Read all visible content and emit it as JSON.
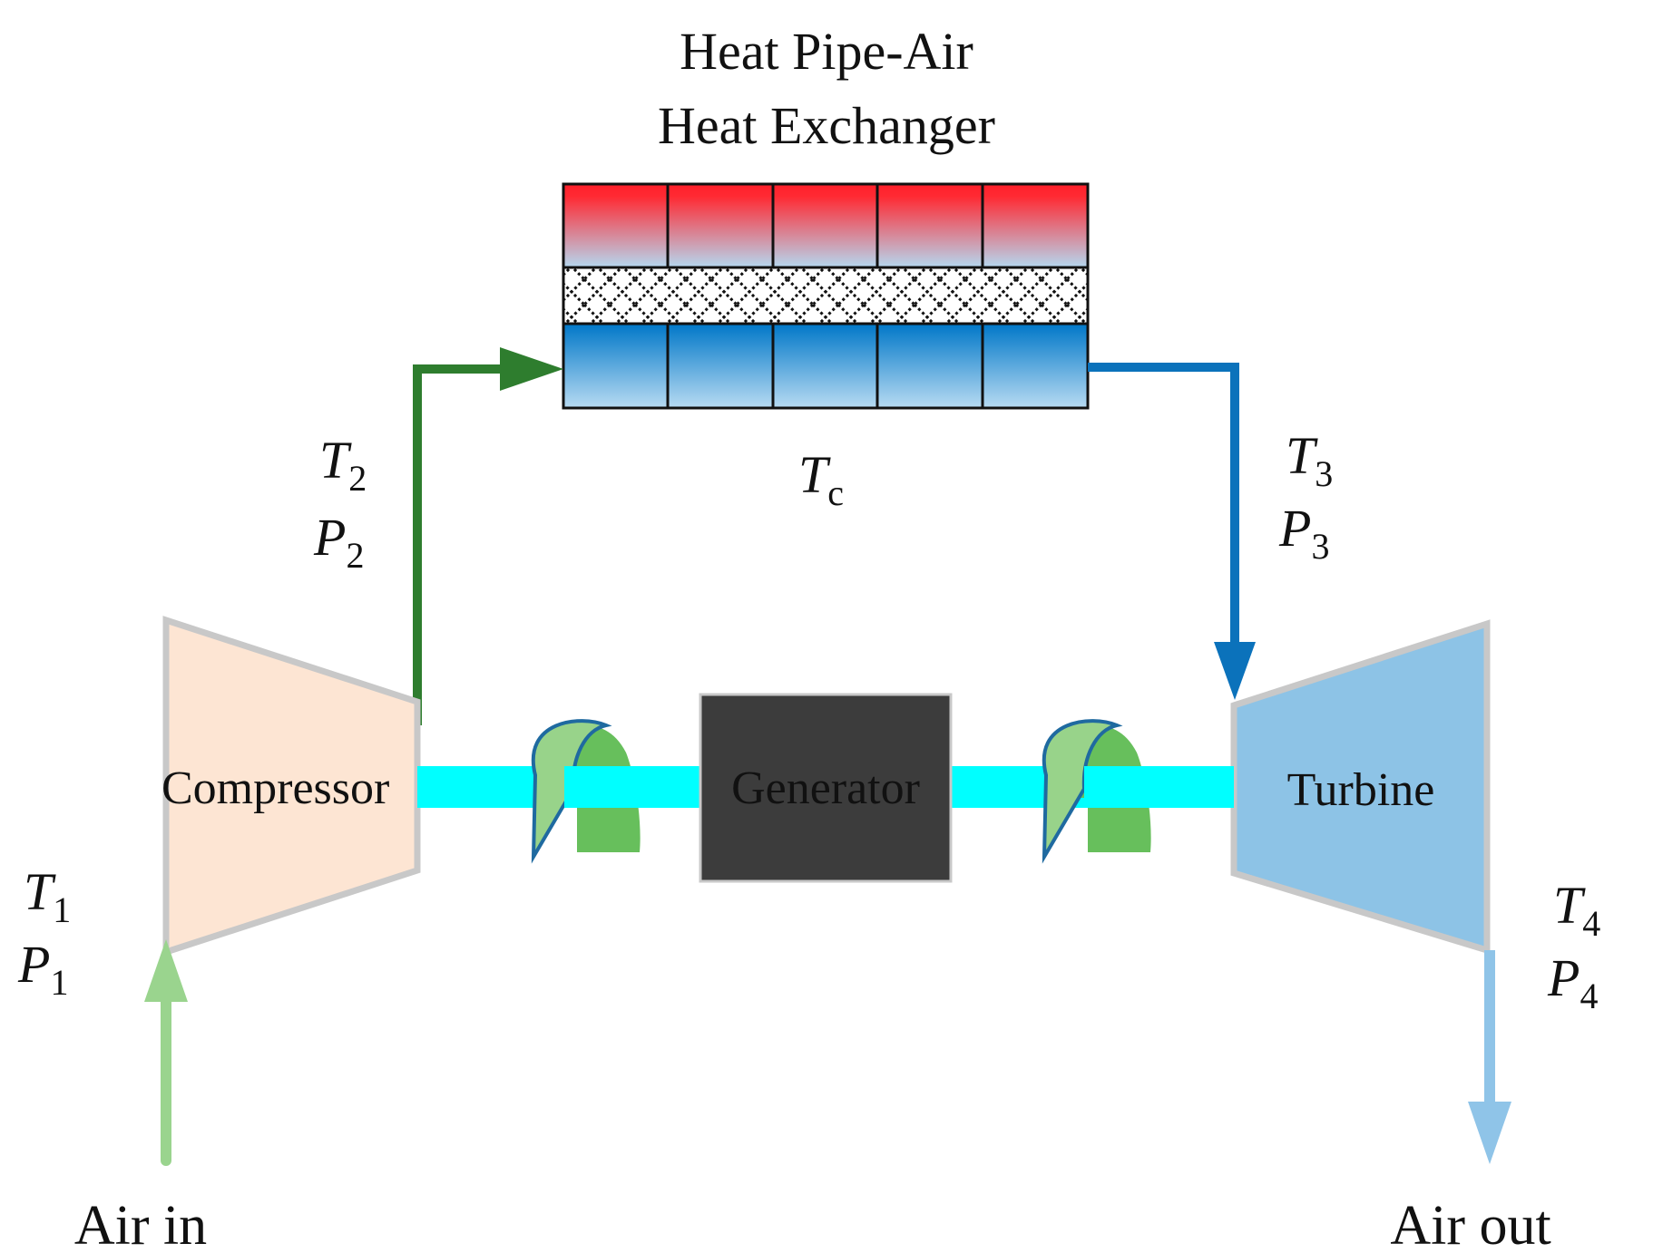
{
  "diagram": {
    "title_line1": "Heat Pipe-Air",
    "title_line2": "Heat Exchanger",
    "components": {
      "compressor": "Compressor",
      "generator": "Generator",
      "turbine": "Turbine"
    },
    "states": {
      "hx_cold": {
        "symbol": "T",
        "sub": "c"
      },
      "s1_T": {
        "symbol": "T",
        "sub": "1"
      },
      "s1_P": {
        "symbol": "P",
        "sub": "1"
      },
      "s2_T": {
        "symbol": "T",
        "sub": "2"
      },
      "s2_P": {
        "symbol": "P",
        "sub": "2"
      },
      "s3_T": {
        "symbol": "T",
        "sub": "3"
      },
      "s3_P": {
        "symbol": "P",
        "sub": "3"
      },
      "s4_T": {
        "symbol": "T",
        "sub": "4"
      },
      "s4_P": {
        "symbol": "P",
        "sub": "4"
      }
    },
    "air_in": "Air in",
    "air_out": "Air out",
    "colors": {
      "hot_red": "#ff1f2a",
      "light_blue": "#b5d8f0",
      "cold_blue": "#0077c8",
      "compressor_fill": "#fde5d3",
      "turbine_fill": "#8dc3e6",
      "outline_gray": "#c8c8c8",
      "shaft_cyan": "#00ffff",
      "generator_fill": "#3c3c3c",
      "dark_green_flow": "#2e7d2e",
      "blue_flow": "#0b72bb",
      "air_in_green": "#9ad48e",
      "air_out_blue": "#8fc4e8",
      "coupling_light": "#98d38a",
      "coupling_dark": "#67bf5c",
      "coupling_edge": "#1f6aa0"
    }
  }
}
